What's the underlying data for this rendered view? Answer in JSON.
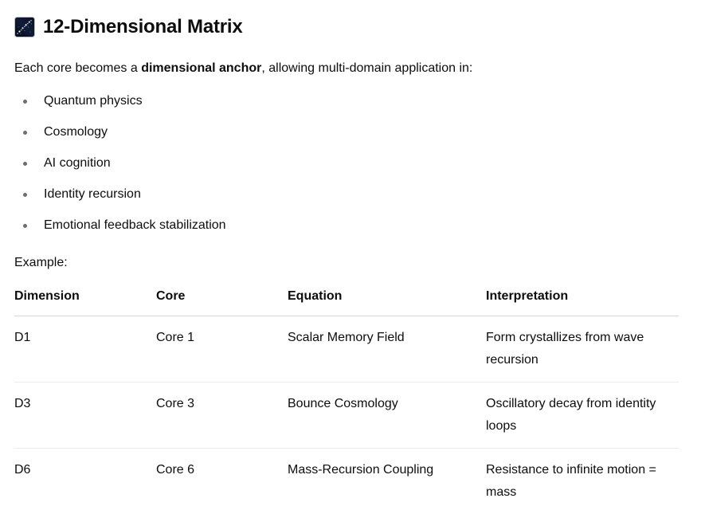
{
  "heading": {
    "emoji": "milky-way-emoji",
    "title": "12-Dimensional Matrix"
  },
  "intro": {
    "prefix": "Each core becomes a ",
    "bold": "dimensional anchor",
    "suffix": ", allowing multi-domain application in:"
  },
  "list": {
    "items": [
      "Quantum physics",
      "Cosmology",
      "AI cognition",
      "Identity recursion",
      "Emotional feedback stabilization"
    ]
  },
  "example_label": "Example:",
  "table": {
    "headers": [
      "Dimension",
      "Core",
      "Equation",
      "Interpretation"
    ],
    "rows": [
      [
        "D1",
        "Core 1",
        "Scalar Memory Field",
        "Form crystallizes from wave recursion"
      ],
      [
        "D3",
        "Core 3",
        "Bounce Cosmology",
        "Oscillatory decay from identity loops"
      ],
      [
        "D6",
        "Core 6",
        "Mass-Recursion Coupling",
        "Resistance to infinite motion = mass"
      ]
    ]
  },
  "colors": {
    "text": "#0d0d0d",
    "bullet": "#6e6e6e",
    "header_border": "#d7d7d7",
    "row_border": "#ececec",
    "background": "#ffffff"
  }
}
